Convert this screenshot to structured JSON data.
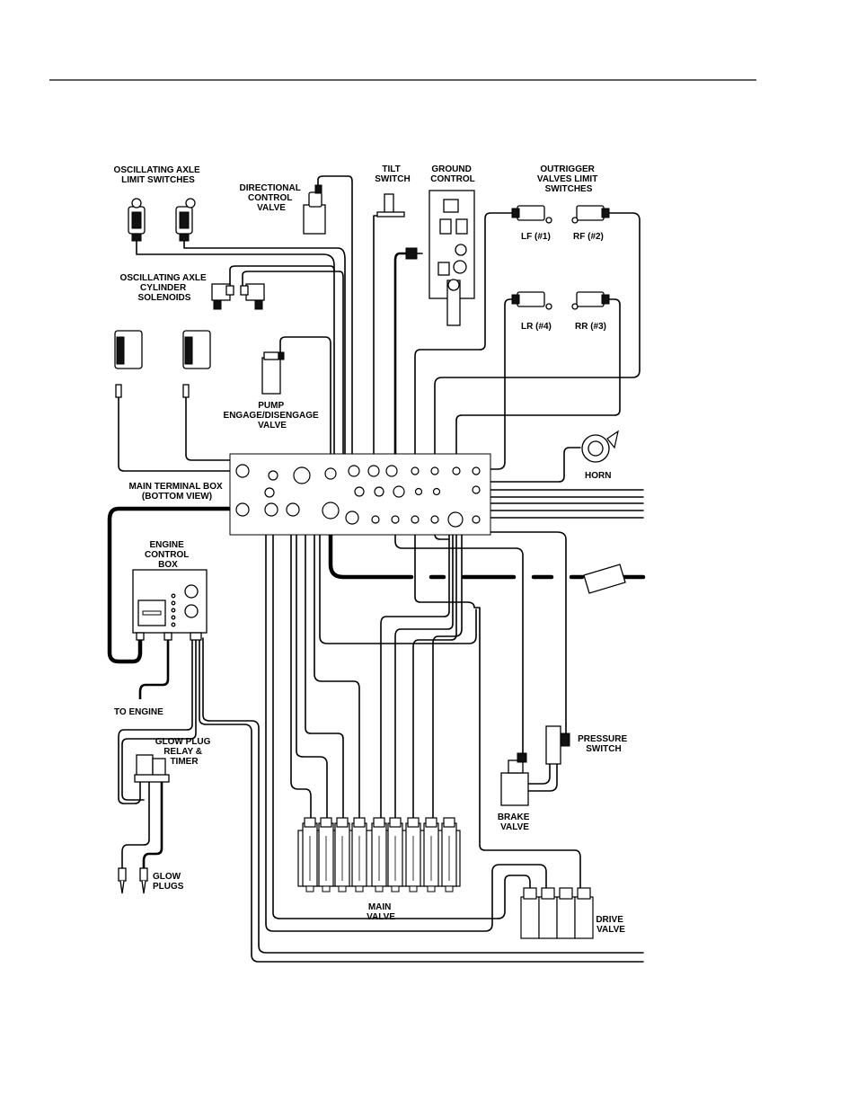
{
  "labels": {
    "osc_axle_limit": [
      "OSCILLATING AXLE",
      "LIMIT SWITCHES"
    ],
    "directional_valve": [
      "DIRECTIONAL",
      "CONTROL",
      "VALVE"
    ],
    "tilt_switch": [
      "TILT",
      "SWITCH"
    ],
    "ground_control": [
      "GROUND",
      "CONTROL"
    ],
    "outrigger": [
      "OUTRIGGER",
      "VALVES LIMIT",
      "SWITCHES"
    ],
    "lf": "LF (#1)",
    "rf": "RF (#2)",
    "lr": "LR (#4)",
    "rr": "RR (#3)",
    "osc_axle_solenoids": [
      "OSCILLATING AXLE",
      "CYLINDER",
      "SOLENOIDS"
    ],
    "pump": [
      "PUMP",
      "ENGAGE/DISENGAGE",
      "VALVE"
    ],
    "horn": "HORN",
    "main_terminal": [
      "MAIN TERMINAL BOX",
      "(BOTTOM VIEW)"
    ],
    "engine_box": [
      "ENGINE",
      "CONTROL",
      "BOX"
    ],
    "to_engine": "TO ENGINE",
    "glow_relay": [
      "GLOW PLUG",
      "RELAY &",
      "TIMER"
    ],
    "glow_plugs": [
      "GLOW",
      "PLUGS"
    ],
    "pressure_switch": [
      "PRESSURE",
      "SWITCH"
    ],
    "brake_valve": [
      "BRAKE",
      "VALVE"
    ],
    "main_valve": [
      "MAIN",
      "VALVE"
    ],
    "drive_valve": [
      "DRIVE",
      "VALVE"
    ]
  }
}
